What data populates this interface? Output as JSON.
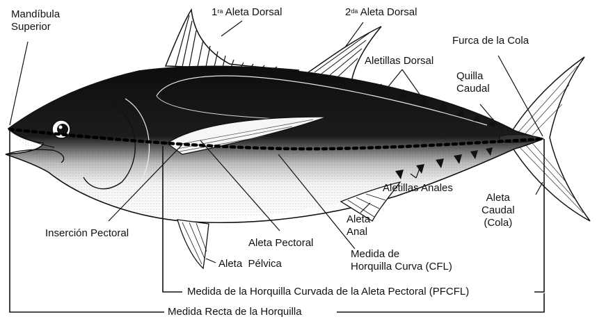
{
  "labels": {
    "mandible_line1": "Mandíbula",
    "mandible_line2": "Superior",
    "first_dorsal_sup": "ra",
    "first_dorsal_num": "1",
    "first_dorsal_text": "Aleta Dorsal",
    "second_dorsal_sup": "da",
    "second_dorsal_num": "2",
    "second_dorsal_text": "Aleta Dorsal",
    "tail_fork": "Furca de la Cola",
    "dorsal_finlets": "Aletillas Dorsal",
    "keel_line1": "Quilla",
    "keel_line2": "Caudal",
    "anal_finlets": "Aletillas Anales",
    "caudal_line1": "Aleta",
    "caudal_line2": "Caudal",
    "caudal_line3": "(Cola)",
    "anal_line1": "Aleta",
    "anal_line2": "Anal",
    "pectoral_insertion": "Inserción Pectoral",
    "pectoral_fin": "Aleta Pectoral",
    "cfl_line1": "Medida de",
    "cfl_line2": "Horquilla Curva (CFL)",
    "pelvic_fin": "Aleta  Pélvica",
    "pfcfl": "Medida de la Horquilla Curvada de la Aleta Pectoral (PFCFL)",
    "straight_fork": "Medida Recta de la Horquilla"
  },
  "colors": {
    "ink": "#111111",
    "background": "#ffffff",
    "dark_back": "#1a1a1a"
  }
}
